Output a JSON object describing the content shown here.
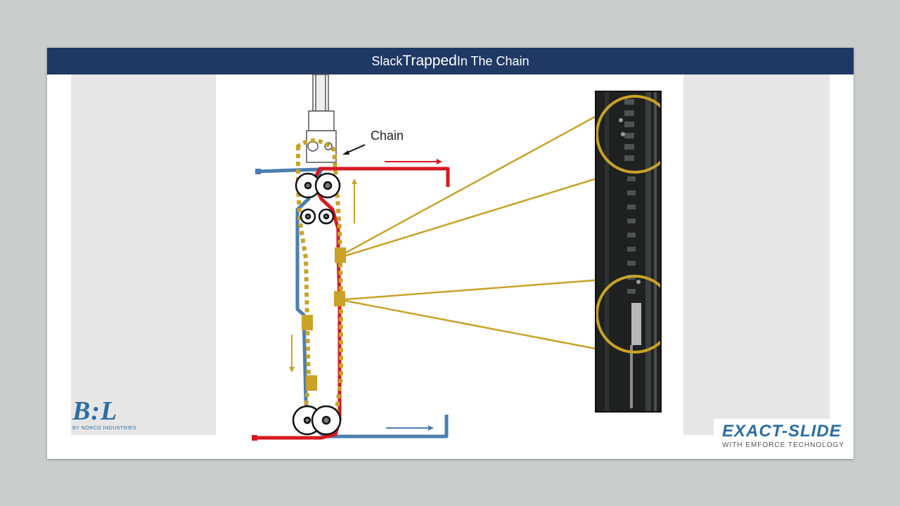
{
  "slide": {
    "title_part1": "Slack ",
    "title_part2": "Trapped",
    "title_part3": " In The Chain"
  },
  "diagram": {
    "chain_label": "Chain",
    "colors": {
      "red_line": "#d71920",
      "blue_line": "#4a7fb0",
      "chain_gold": "#c9a227",
      "callout_gold": "#c9a227",
      "title_bar": "#1f3864"
    }
  },
  "logos": {
    "left_brand": "B:L",
    "left_sub": "BY NORCO INDUSTRIES",
    "right_brand": "EXACT-SLIDE",
    "right_sub": "WITH EMFORCE TECHNOLOGY"
  }
}
